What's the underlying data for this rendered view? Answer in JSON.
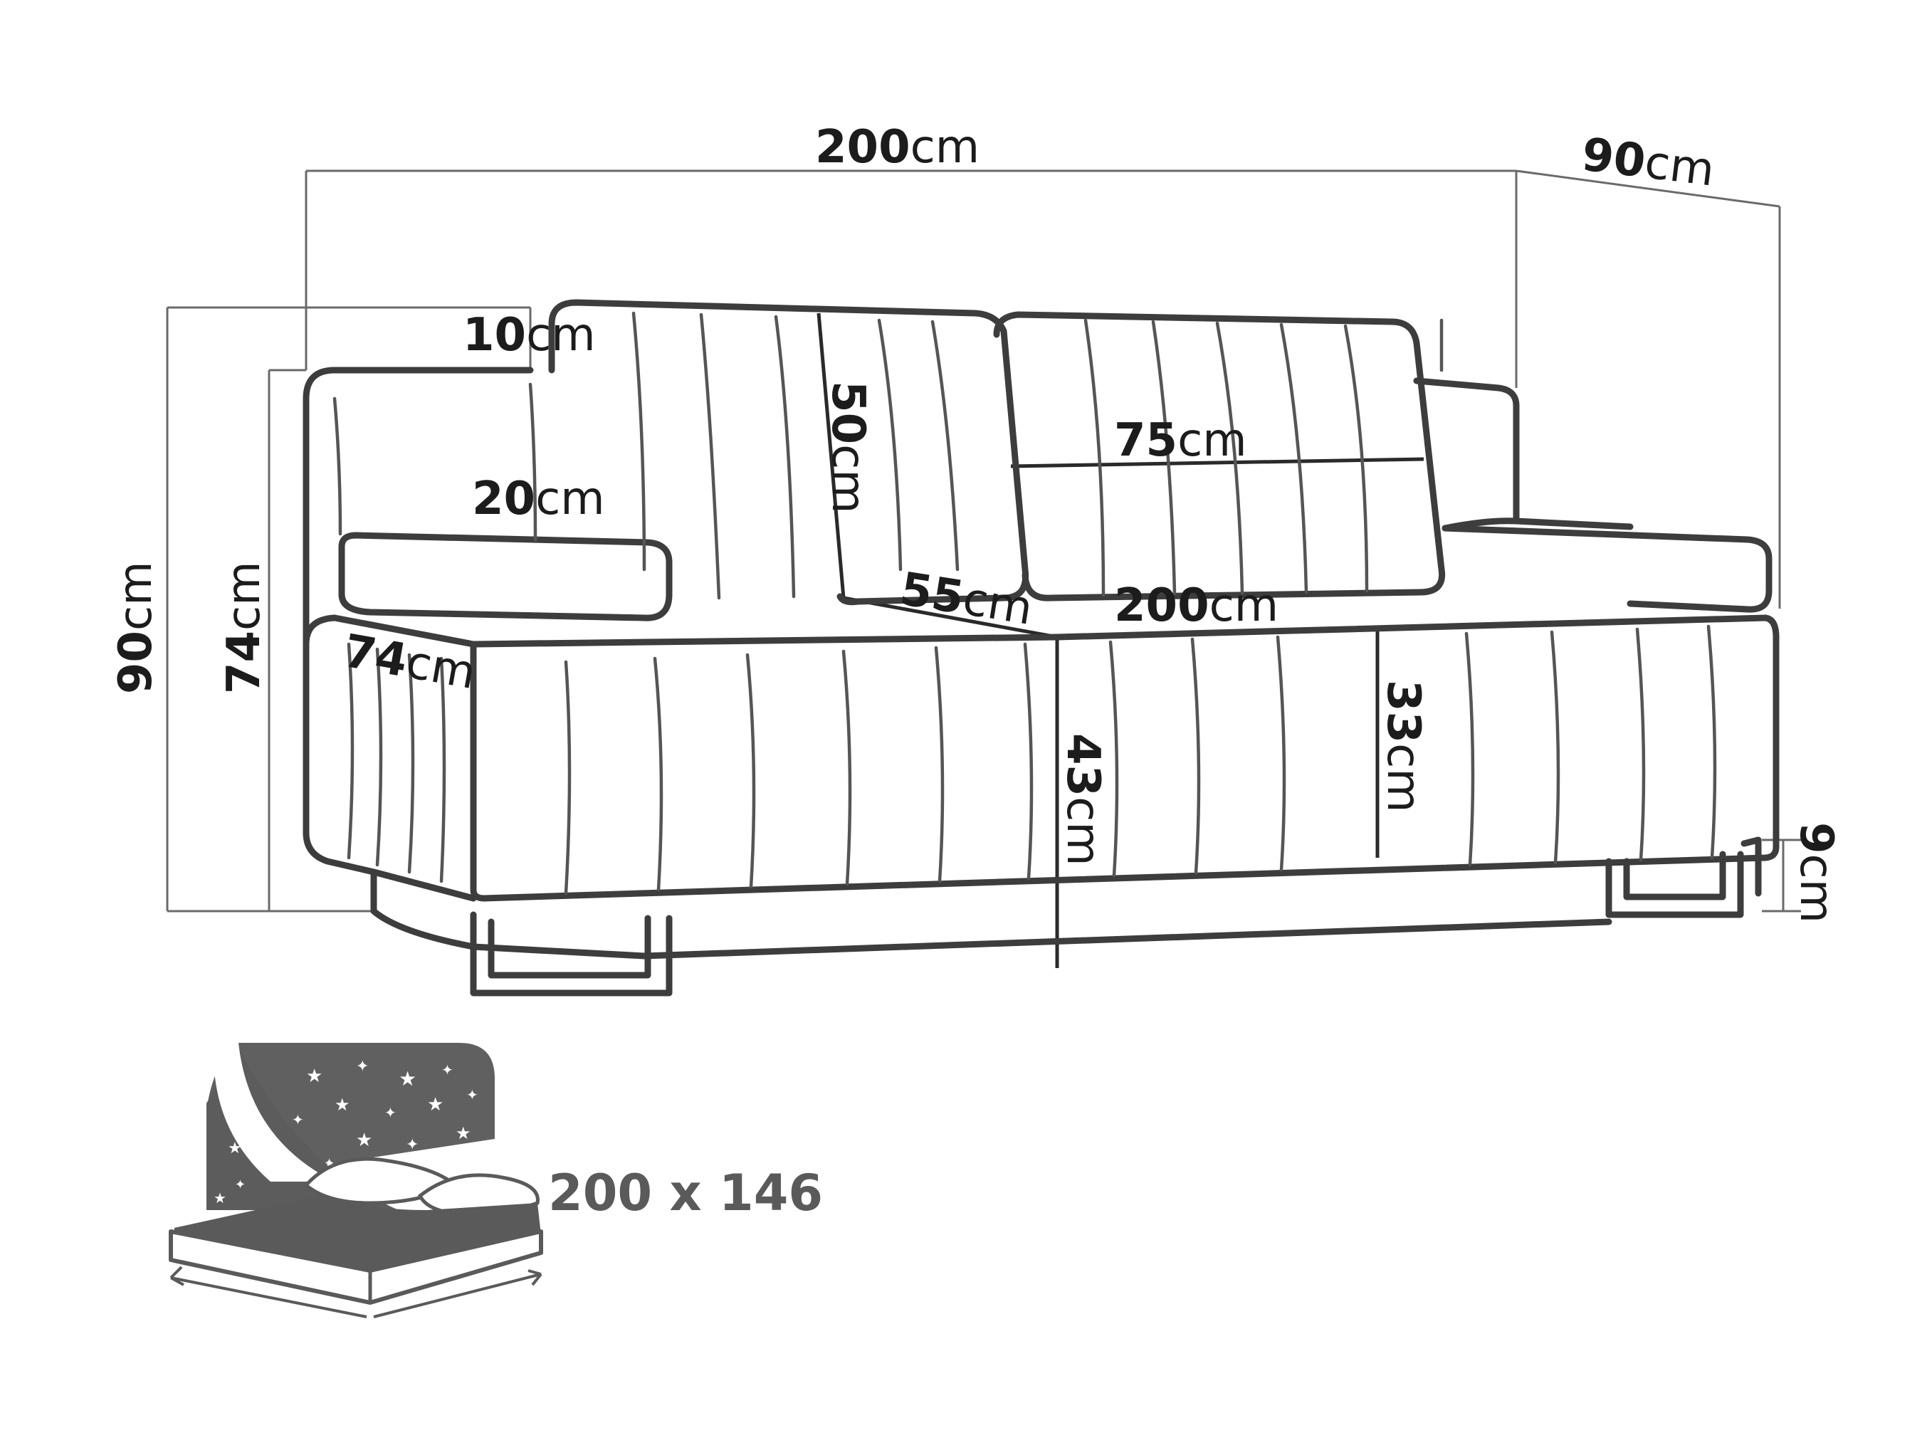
{
  "dimensions": {
    "overall_width": {
      "value": "200",
      "unit": "cm"
    },
    "overall_depth": {
      "value": "90",
      "unit": "cm"
    },
    "overall_height": {
      "value": "90",
      "unit": "cm"
    },
    "armrest_height": {
      "value": "74",
      "unit": "cm"
    },
    "backrest_step": {
      "value": "10",
      "unit": "cm"
    },
    "armrest_width": {
      "value": "20",
      "unit": "cm"
    },
    "backrest_height": {
      "value": "50",
      "unit": "cm"
    },
    "cushion_width": {
      "value": "75",
      "unit": "cm"
    },
    "seat_depth": {
      "value": "55",
      "unit": "cm"
    },
    "seat_width": {
      "value": "200",
      "unit": "cm"
    },
    "side_depth": {
      "value": "74",
      "unit": "cm"
    },
    "seat_height": {
      "value": "43",
      "unit": "cm"
    },
    "base_height": {
      "value": "33",
      "unit": "cm"
    },
    "leg_height": {
      "value": "9",
      "unit": "cm"
    }
  },
  "bed_area": {
    "label": "200 x 146"
  },
  "colors": {
    "outline": "#3d3d3d",
    "text": "#1c1c1c",
    "bed_icon": "#5a5a5a"
  }
}
